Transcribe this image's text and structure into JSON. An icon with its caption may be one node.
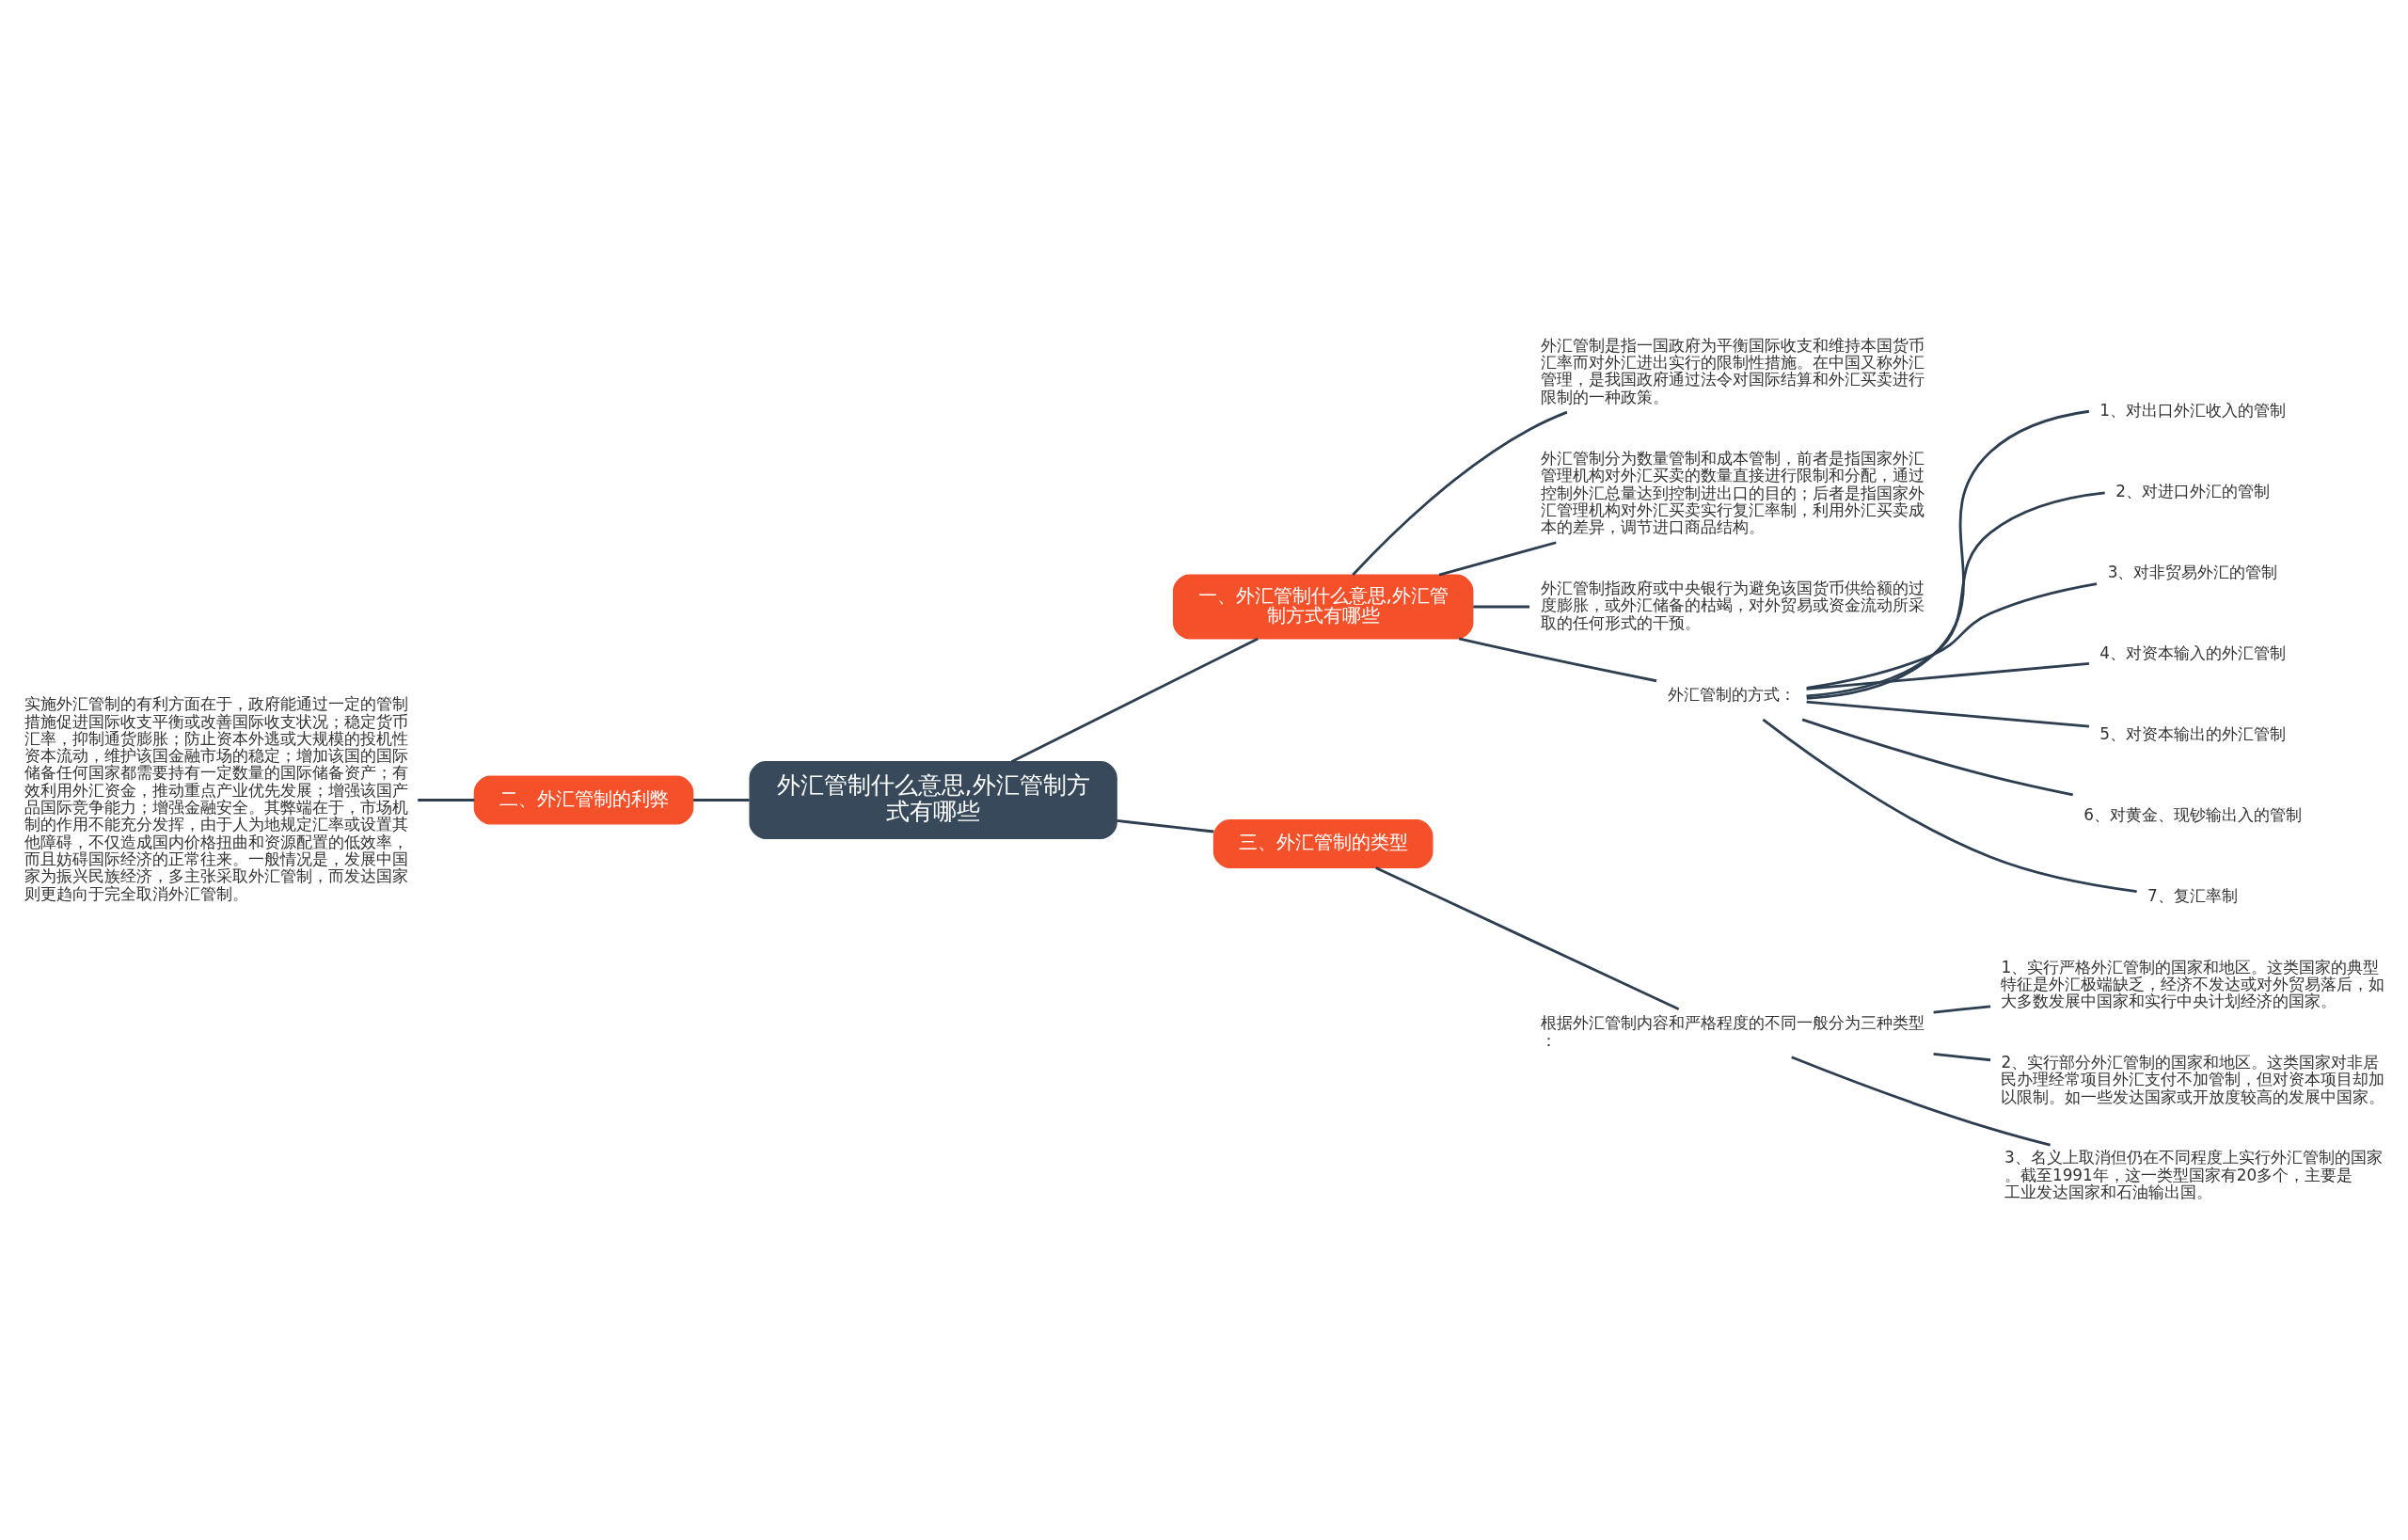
{
  "diagram": {
    "nodes": [
      {
        "text": [
          "外汇管制什么意思,外汇管制方式有哪些"
        ]
      },
      {
        "text": [
          "一、外汇管制什么意思,外汇管制方式有哪些"
        ]
      },
      {
        "text": [
          "外汇管制是指一国政府为平衡国际收支和维持本国货币汇率而对外汇进出实行的限制性措施。在中国又称外汇管理，是我国政府通过法令对国际结算和外汇买卖进行限制的一种政策。"
        ]
      },
      {
        "text": [
          "外汇管制分为数量管制和成本管制，前者是指国家外汇管理机构对外汇买卖的数量直接进行限制和分配，通过控制外汇总量达到控制进出口的目的；后者是指国家外汇管理机构对外汇买卖实行复汇率制，利用外汇买卖成本的差异，调节进口商品结构。"
        ]
      },
      {
        "text": [
          "外汇管制指政府或中央银行为避免该国货币供给额的过度膨胀，或外汇储备的枯竭，对外贸易或资金流动所采取的任何形式的干预。"
        ]
      },
      {
        "text": [
          "外汇管制的方式："
        ]
      },
      {
        "text": [
          "1、对出口外汇收入的管制"
        ]
      },
      {
        "text": [
          "2、对进口外汇的管制"
        ]
      },
      {
        "text": [
          "3、对非贸易外汇的管制"
        ]
      },
      {
        "text": [
          "4、对资本输入的外汇管制"
        ]
      },
      {
        "text": [
          "5、对资本输出的外汇管制"
        ]
      },
      {
        "text": [
          "6、对黄金、现钞输出入的管制"
        ]
      },
      {
        "text": [
          "7、复汇率制"
        ]
      },
      {
        "text": [
          "二、外汇管制的利弊"
        ]
      },
      {
        "text": [
          "实施外汇管制的有利方面在于，政府能通过一定的管制措施促进国际收支平衡或改善国际收支状况；稳定货币汇率，抑制通货膨胀；防止资本外逃或大规模的投机性资本流动，维护该国金融市场的稳定；增加该国的国际储备任何国家都需要持有一定数量的国际储备资产；有效利用外汇资金，推动重点产业优先发展；增强该国产品国际竞争能力；增强金融安全。其弊端在于，市场机制的作用不能充分发挥，由于人为地规定汇率或设置其他障碍，不仅造成国内价格扭曲和资源配置的低效率，而且妨碍国际经济的正常往来。一般情况是，发展中国家为振兴民族经济，多主张采取外汇管制，而发达国家则更趋向于完全取消外汇管制。"
        ]
      },
      {
        "text": [
          "三、外汇管制的类型"
        ]
      },
      {
        "text": [
          "根据外汇管制内容和严格程度的不同一般分为三种类型："
        ]
      },
      {
        "text": [
          "1、实行严格外汇管制的国家和地区。这类国家的典型特征是外汇极端缺乏，经济不发达或对外贸易落后，如大多数发展中国家和实行中央计划经济的国家。"
        ]
      },
      {
        "text": [
          "2、实行部分外汇管制的国家和地区。这类国家对非居民办理经常项目外汇支付不加管制，但对资本项目却加以限制。如一些发达国家或开放度较高的发展中国家。"
        ]
      },
      {
        "text": [
          "3、名义上取消但仍在不同程度上实行外汇管制的国家。截至1991年，这一类型国家有20多个，主要是工业发达国家和石油输出国。"
        ]
      }
    ],
    "edges": [
      {
        "from": 0,
        "to": 1,
        "arrow": "none"
      },
      {
        "from": 1,
        "to": 2,
        "arrow": "none"
      },
      {
        "from": 1,
        "to": 3,
        "arrow": "none"
      },
      {
        "from": 1,
        "to": 4,
        "arrow": "none"
      },
      {
        "from": 1,
        "to": 5,
        "arrow": "none"
      },
      {
        "from": 5,
        "to": 6,
        "arrow": "none"
      },
      {
        "from": 5,
        "to": 7,
        "arrow": "none"
      },
      {
        "from": 5,
        "to": 8,
        "arrow": "none"
      },
      {
        "from": 5,
        "to": 9,
        "arrow": "none"
      },
      {
        "from": 5,
        "to": 10,
        "arrow": "none"
      },
      {
        "from": 5,
        "to": 11,
        "arrow": "none"
      },
      {
        "from": 5,
        "to": 12,
        "arrow": "none"
      },
      {
        "from": 0,
        "to": 13,
        "arrow": "none"
      },
      {
        "from": 13,
        "to": 14,
        "arrow": "none"
      },
      {
        "from": 0,
        "to": 15,
        "arrow": "none"
      },
      {
        "from": 15,
        "to": 16,
        "arrow": "none"
      },
      {
        "from": 16,
        "to": 17,
        "arrow": "none"
      },
      {
        "from": 16,
        "to": 18,
        "arrow": "none"
      },
      {
        "from": 16,
        "to": 19,
        "arrow": "none"
      }
    ]
  }
}
